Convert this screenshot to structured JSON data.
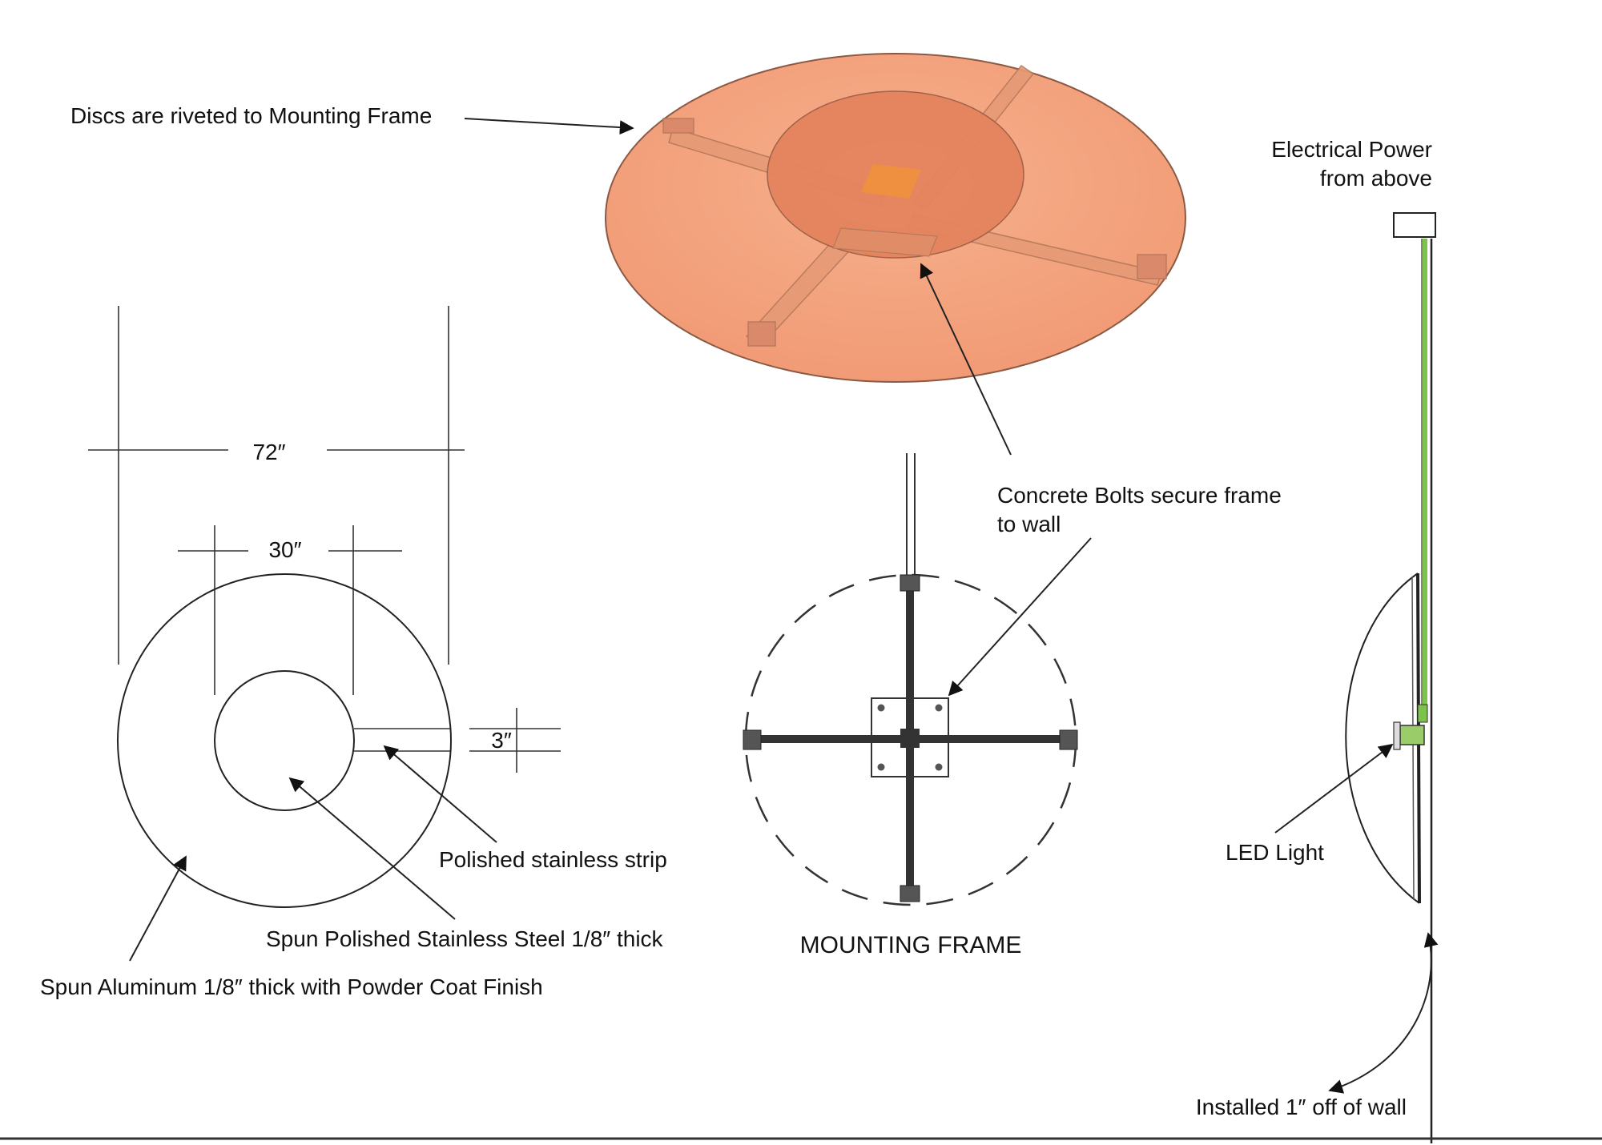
{
  "diagram": {
    "labels": {
      "discs_riveted": "Discs are riveted to Mounting Frame",
      "electrical_power_line1": "Electrical Power",
      "electrical_power_line2": "from above",
      "dim_72": "72″",
      "dim_30": "30″",
      "dim_3": "3″",
      "concrete_bolts_line1": "Concrete Bolts secure frame",
      "concrete_bolts_line2": "to wall",
      "polished_strip": "Polished stainless strip",
      "spun_steel": "Spun Polished Stainless Steel 1/8″ thick",
      "spun_aluminum": "Spun Aluminum 1/8″ thick with Powder Coat Finish",
      "mounting_frame": "MOUNTING FRAME",
      "led_light": "LED Light",
      "installed_off_wall": "Installed 1″ off of wall"
    },
    "colors": {
      "disc_outer": "#f4a07c",
      "disc_inner": "#e07f5a",
      "frame_arm": "#d98a66",
      "wire_green": "#7dc24a",
      "ink": "#222222"
    }
  }
}
